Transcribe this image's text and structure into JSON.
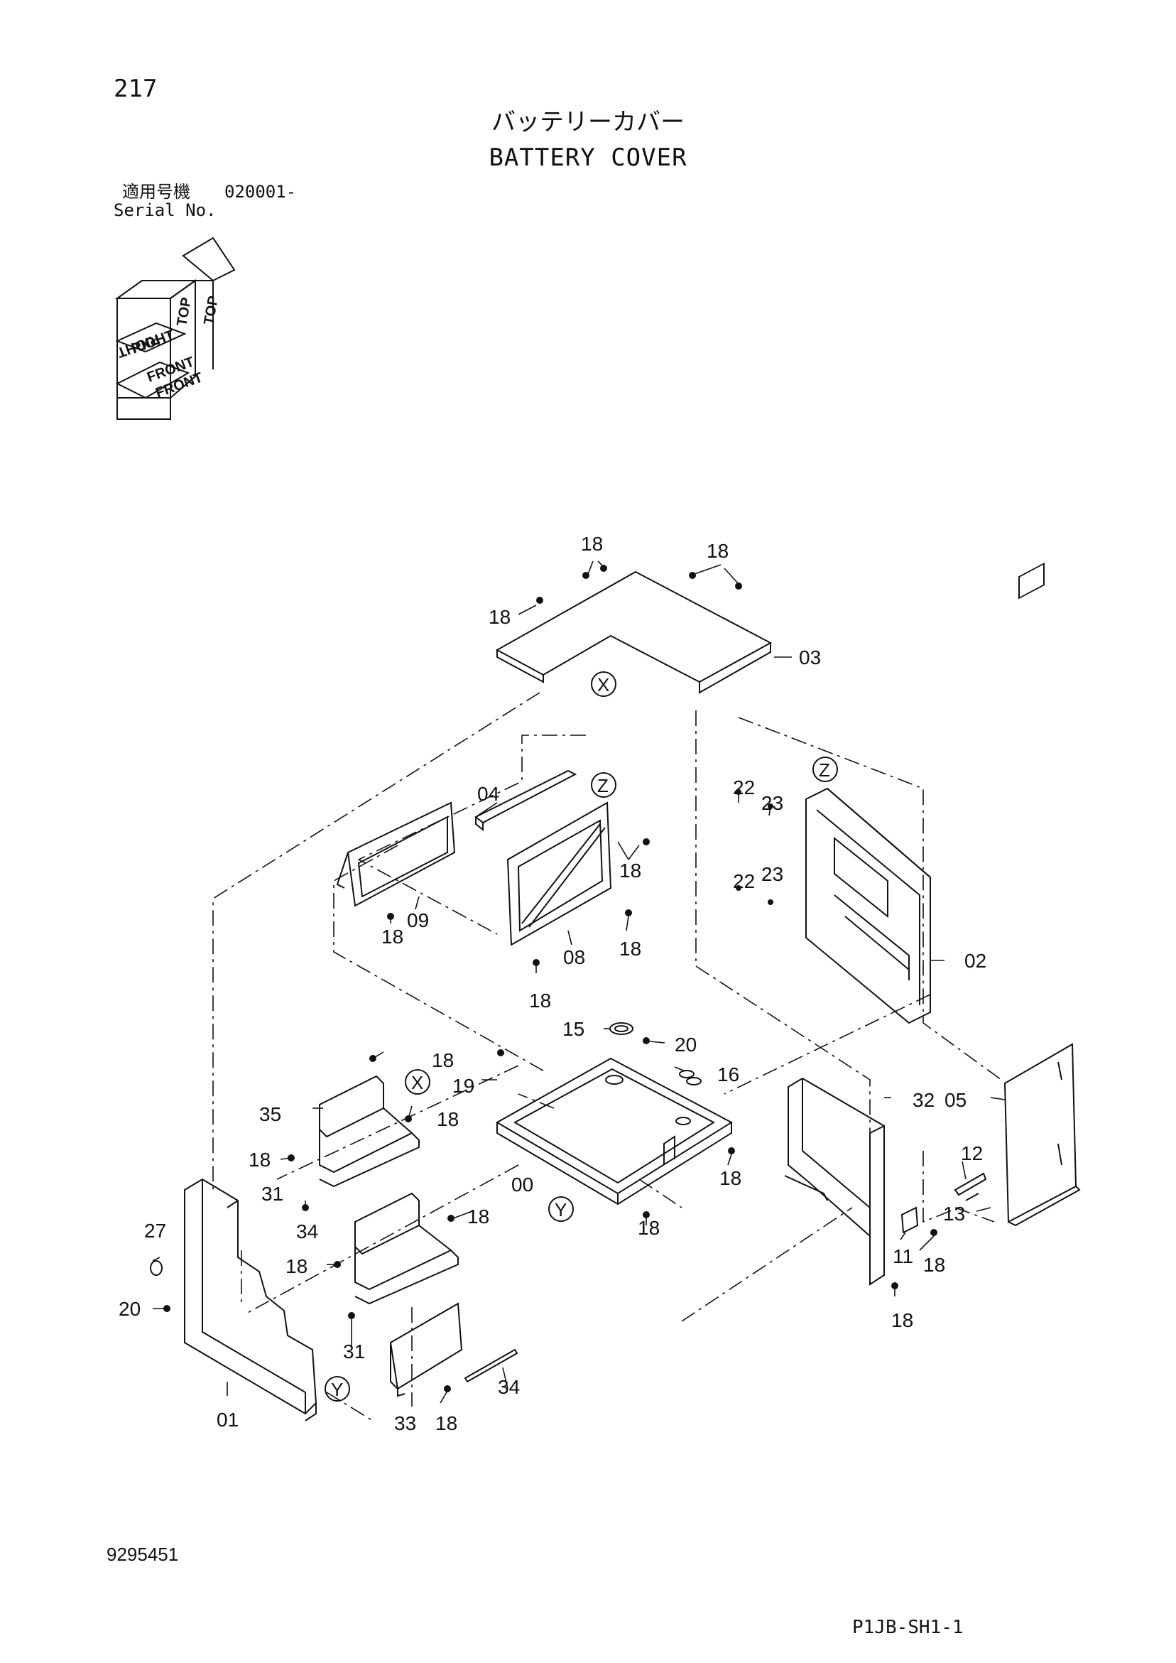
{
  "page_number": "217",
  "title_jp": "バッテリーカバー",
  "title_en": "BATTERY COVER",
  "serial": {
    "label_jp": "適用号機",
    "value": "020001-",
    "label_en": "Serial No."
  },
  "orientation": {
    "top": "TOP",
    "right": "RIGHT",
    "front": "FRONT"
  },
  "doc_number": "9295451",
  "sheet_code": "P1JB-SH1-1",
  "view_refs": {
    "x": "X",
    "y": "Y",
    "z": "Z"
  },
  "callouts": [
    "18",
    "18",
    "18",
    "03",
    "04",
    "22",
    "23",
    "22",
    "23",
    "18",
    "09",
    "18",
    "08",
    "18",
    "18",
    "02",
    "15",
    "20",
    "16",
    "19",
    "18",
    "35",
    "18",
    "00",
    "18",
    "32",
    "05",
    "12",
    "13",
    "18",
    "31",
    "34",
    "27",
    "18",
    "18",
    "11",
    "18",
    "20",
    "31",
    "34",
    "18",
    "01",
    "33",
    "18"
  ]
}
